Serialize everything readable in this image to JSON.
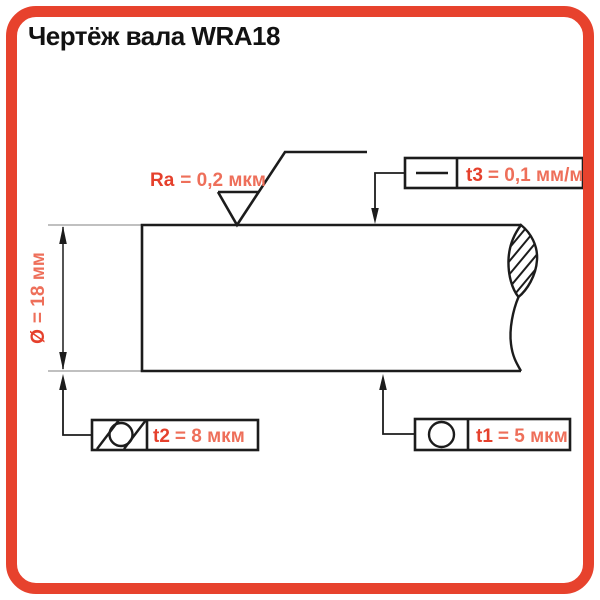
{
  "title": "Чертёж вала WRA18",
  "colors": {
    "accent": "#e7422d",
    "label_bold_red": "#e5402c",
    "value_light_red": "#ee6f5a",
    "line_black": "#1c1c1c",
    "dimension_gray": "#9a9a9a"
  },
  "drawing": {
    "surface_roughness": {
      "symbol": "surface-roughness",
      "label": "Ra",
      "value": "= 0,2 мкм"
    },
    "straightness": {
      "symbol": "straightness",
      "label": "t3",
      "value": "= 0,1 мм/м"
    },
    "diameter": {
      "symbol": "diameter",
      "label": "Ø",
      "value": "= 18 мм"
    },
    "cylindricity": {
      "symbol": "cylindricity",
      "label": "t2",
      "value": "= 8 мкм"
    },
    "roundness": {
      "symbol": "roundness",
      "label": "t1",
      "value": "= 5 мкм"
    }
  }
}
